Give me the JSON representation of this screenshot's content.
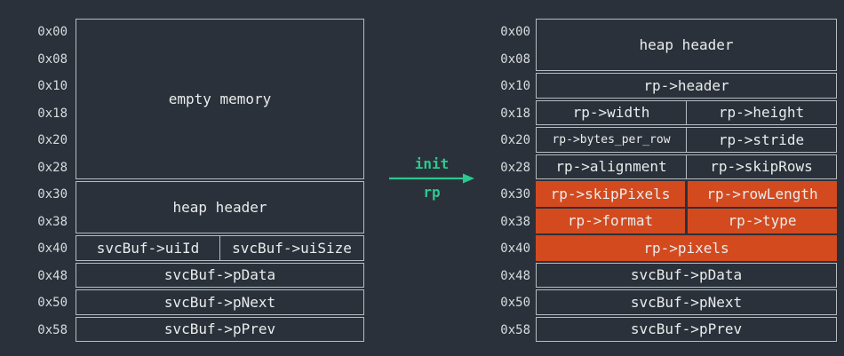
{
  "colors": {
    "background": "#2b313a",
    "cell_border": "#b6bcc1",
    "cell_text": "#e9eced",
    "address_text": "#d8dcdf",
    "highlight_fill": "#d34a1f",
    "arrow_accent": "#2bc98e"
  },
  "arrow": {
    "top_label": "init",
    "bottom_label": "rp"
  },
  "before_diagram": {
    "addresses": [
      "0x00",
      "0x08",
      "0x10",
      "0x18",
      "0x20",
      "0x28",
      "0x30",
      "0x38",
      "0x40",
      "0x48",
      "0x50",
      "0x58"
    ],
    "cells": [
      {
        "label": "empty memory",
        "rows": 6
      },
      {
        "label": "heap header",
        "rows": 2
      },
      {
        "split": [
          {
            "label": "svcBuf->uiId"
          },
          {
            "label": "svcBuf->uiSize"
          }
        ]
      },
      {
        "label": "svcBuf->pData"
      },
      {
        "label": "svcBuf->pNext"
      },
      {
        "label": "svcBuf->pPrev"
      }
    ]
  },
  "after_diagram": {
    "addresses": [
      "0x00",
      "0x08",
      "0x10",
      "0x18",
      "0x20",
      "0x28",
      "0x30",
      "0x38",
      "0x40",
      "0x48",
      "0x50",
      "0x58"
    ],
    "cells": [
      {
        "label": "heap header",
        "rows": 2
      },
      {
        "label": "rp->header"
      },
      {
        "split": [
          {
            "label": "rp->width"
          },
          {
            "label": "rp->height"
          }
        ]
      },
      {
        "split": [
          {
            "label": "rp->bytes_per_row",
            "small": true
          },
          {
            "label": "rp->stride"
          }
        ]
      },
      {
        "split": [
          {
            "label": "rp->alignment"
          },
          {
            "label": "rp->skipRows"
          }
        ]
      },
      {
        "split": [
          {
            "label": "rp->skipPixels"
          },
          {
            "label": "rp->rowLength"
          }
        ],
        "highlight": true
      },
      {
        "split": [
          {
            "label": "rp->format"
          },
          {
            "label": "rp->type"
          }
        ],
        "highlight": true
      },
      {
        "label": "rp->pixels",
        "highlight": true
      },
      {
        "label": "svcBuf->pData"
      },
      {
        "label": "svcBuf->pNext"
      },
      {
        "label": "svcBuf->pPrev"
      }
    ]
  }
}
